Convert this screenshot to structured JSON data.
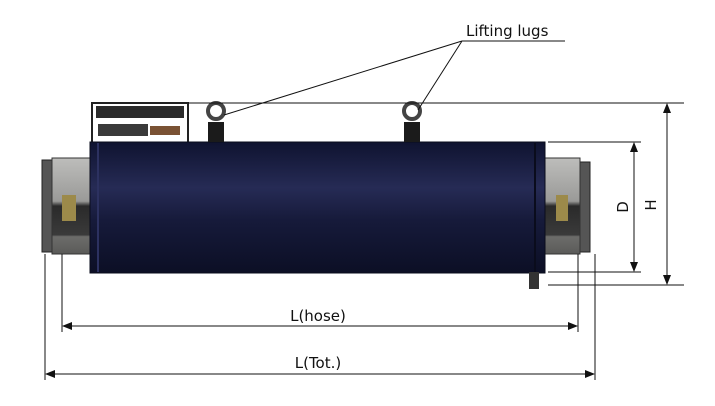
{
  "labels": {
    "lifting_lugs": "Lifting lugs",
    "l_hose": "L(hose)",
    "l_tot": "L(Tot.)",
    "d": "D",
    "h": "H"
  },
  "colors": {
    "body": "#171b3b",
    "cap": "#8a8a88",
    "line": "#111111"
  }
}
